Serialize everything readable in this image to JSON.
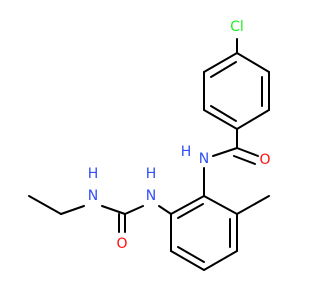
{
  "molecule": {
    "colors": {
      "bond": "#000000",
      "carbon": "#000000",
      "nitrogen": "#3050F8",
      "oxygen": "#FF0D0D",
      "chlorine": "#1FF01F"
    },
    "atoms": {
      "cl": "Cl",
      "amide_n": "N",
      "amide_h": "H",
      "amide_o": "O",
      "urea_n1": "N",
      "urea_h1": "H",
      "urea_n2": "N",
      "urea_h2": "H",
      "urea_o": "O"
    }
  }
}
